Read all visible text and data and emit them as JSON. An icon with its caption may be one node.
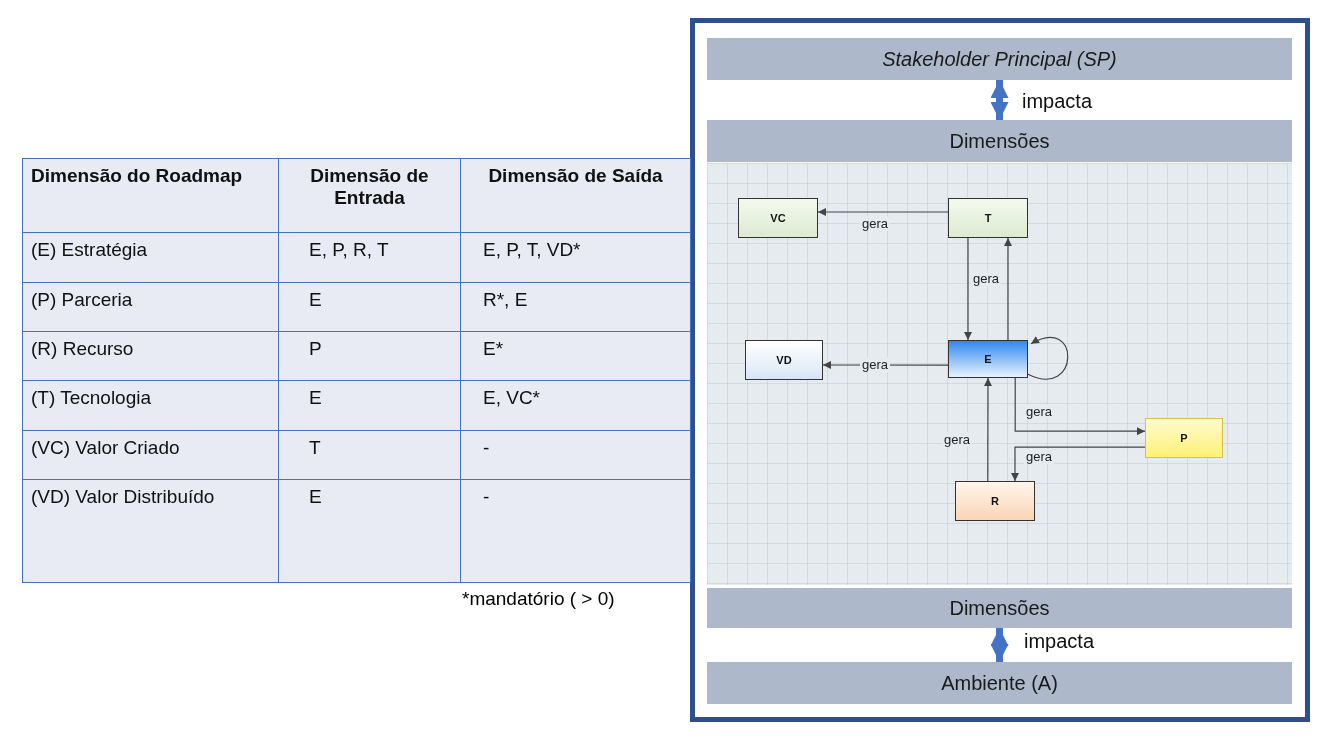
{
  "diagram": {
    "nodes": [
      {
        "text": [
          "Stakeholder Principal (SP)"
        ]
      },
      {
        "text": [
          "Dimensões"
        ]
      },
      {
        "text": [
          "VC"
        ]
      },
      {
        "text": [
          "T"
        ]
      },
      {
        "text": [
          "VD"
        ]
      },
      {
        "text": [
          "E"
        ]
      },
      {
        "text": [
          "P"
        ]
      },
      {
        "text": [
          "R"
        ]
      },
      {
        "text": [
          "Dimensões"
        ]
      },
      {
        "text": [
          "Ambiente (A)"
        ]
      }
    ],
    "edges": [
      {
        "from": 0,
        "to": 1,
        "arrow": "both",
        "label": "impacta",
        "style": "thick",
        "color": "#4472c4"
      },
      {
        "from": 8,
        "to": 9,
        "arrow": "both",
        "label": "impacta",
        "style": "thick",
        "color": "#4472c4"
      },
      {
        "from": 3,
        "to": 2,
        "arrow": "to",
        "label": "gera"
      },
      {
        "from": 3,
        "to": 5,
        "arrow": "to",
        "label": "gera"
      },
      {
        "from": 5,
        "to": 3,
        "arrow": "to"
      },
      {
        "from": 5,
        "to": 4,
        "arrow": "to",
        "label": "gera"
      },
      {
        "from": 5,
        "to": 5,
        "arrow": "to"
      },
      {
        "from": 5,
        "to": 6,
        "arrow": "to",
        "label": "gera"
      },
      {
        "from": 6,
        "to": 7,
        "arrow": "to",
        "label": "gera"
      },
      {
        "from": 7,
        "to": 5,
        "arrow": "to",
        "label": "gera"
      }
    ],
    "labels": [
      "Dimensão do Roadmap",
      "Dimensão de Entrada",
      "Dimensão de Saída",
      "(E) Estratégia",
      "E, P, R, T",
      "E, P, T, VD*",
      "(P) Parceria",
      "E",
      "R*, E",
      "(R) Recurso",
      "P",
      "E*",
      "(T) Tecnologia",
      "E",
      "E, VC*",
      "(VC) Valor Criado",
      "T",
      "-",
      "(VD) Valor Distribuído",
      "E",
      "-",
      "*mandatório ( > 0)"
    ]
  }
}
